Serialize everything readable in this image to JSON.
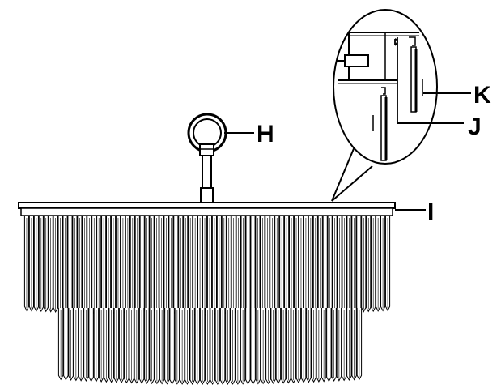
{
  "labels": {
    "h": "H",
    "i": "I",
    "j": "J",
    "k": "K"
  },
  "colors": {
    "stroke": "#000000",
    "background": "#ffffff",
    "fill_light": "#ffffff"
  }
}
